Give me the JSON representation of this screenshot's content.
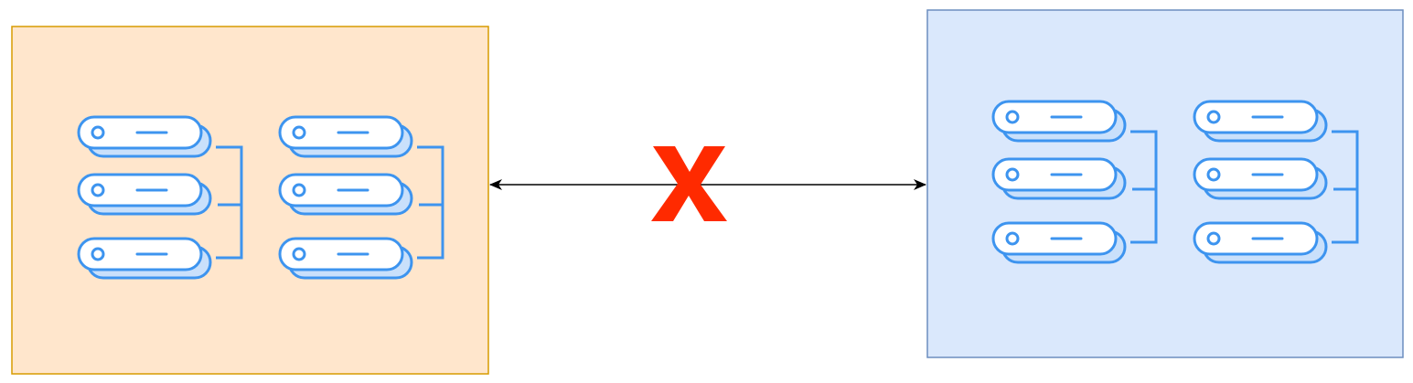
{
  "diagram": {
    "colors": {
      "left_fill": "#ffe6cc",
      "left_stroke": "#d79b00",
      "right_fill": "#dae8fc",
      "right_stroke": "#6c8ebf",
      "server_stroke": "#3d94ef",
      "server_fill": "#ffffff",
      "server_shadow": "#c9e0fb",
      "connector": "#000000",
      "blocked_mark": "#ff2a00"
    },
    "nodes": [
      {
        "id": "left-cluster",
        "icon": "server-rack-icon",
        "racks": 2,
        "servers_per_rack": 3
      },
      {
        "id": "right-cluster",
        "icon": "server-rack-icon",
        "racks": 2,
        "servers_per_rack": 3
      }
    ],
    "edges": [
      {
        "from": "left-cluster",
        "to": "right-cluster",
        "bidirectional": true,
        "status": "blocked",
        "status_icon": "x-mark-icon"
      }
    ]
  }
}
